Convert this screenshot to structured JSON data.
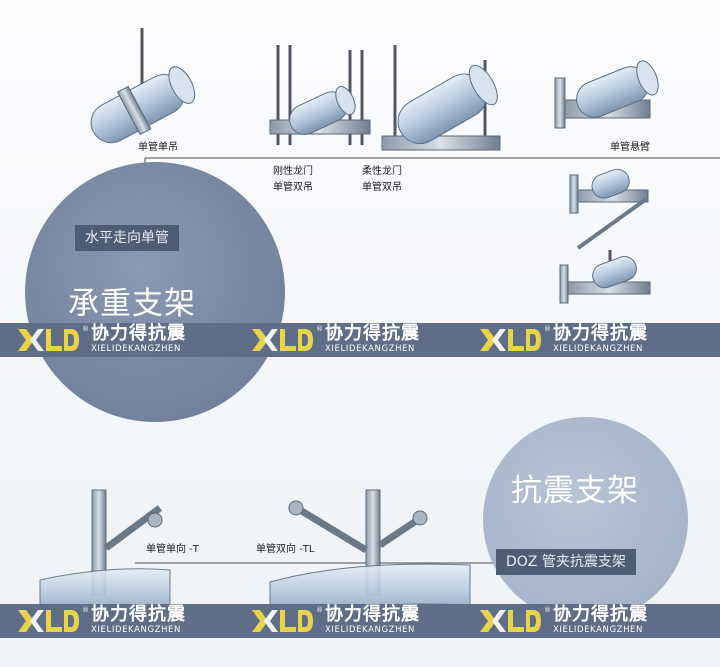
{
  "top_section": {
    "labels": {
      "single_hanger": "单管单吊",
      "rigid_gate_1": "刚性龙门",
      "rigid_gate_2": "单管双吊",
      "flex_gate_1": "柔性龙门",
      "flex_gate_2": "单管双吊",
      "cantilever": "单管悬臂"
    },
    "tag": "水平走向单管",
    "circle_title": "承重支架"
  },
  "bottom_section": {
    "labels": {
      "single_dir": "单管单向 -T",
      "double_dir": "单管双向 -TL"
    },
    "circle_title": "抗震支架",
    "tag": "DOZ 管夹抗震支架"
  },
  "brand": {
    "mark": "XLD",
    "name_cn": "协力得抗震",
    "name_en": "XIELIDEKANGZHEN",
    "reg": "®"
  },
  "colors": {
    "band": "#5d6e86",
    "logo_yellow": "#e8d44a",
    "circle_dark": "#76869f",
    "circle_light": "#a6b5ca",
    "pipe": "#b9cde0"
  }
}
